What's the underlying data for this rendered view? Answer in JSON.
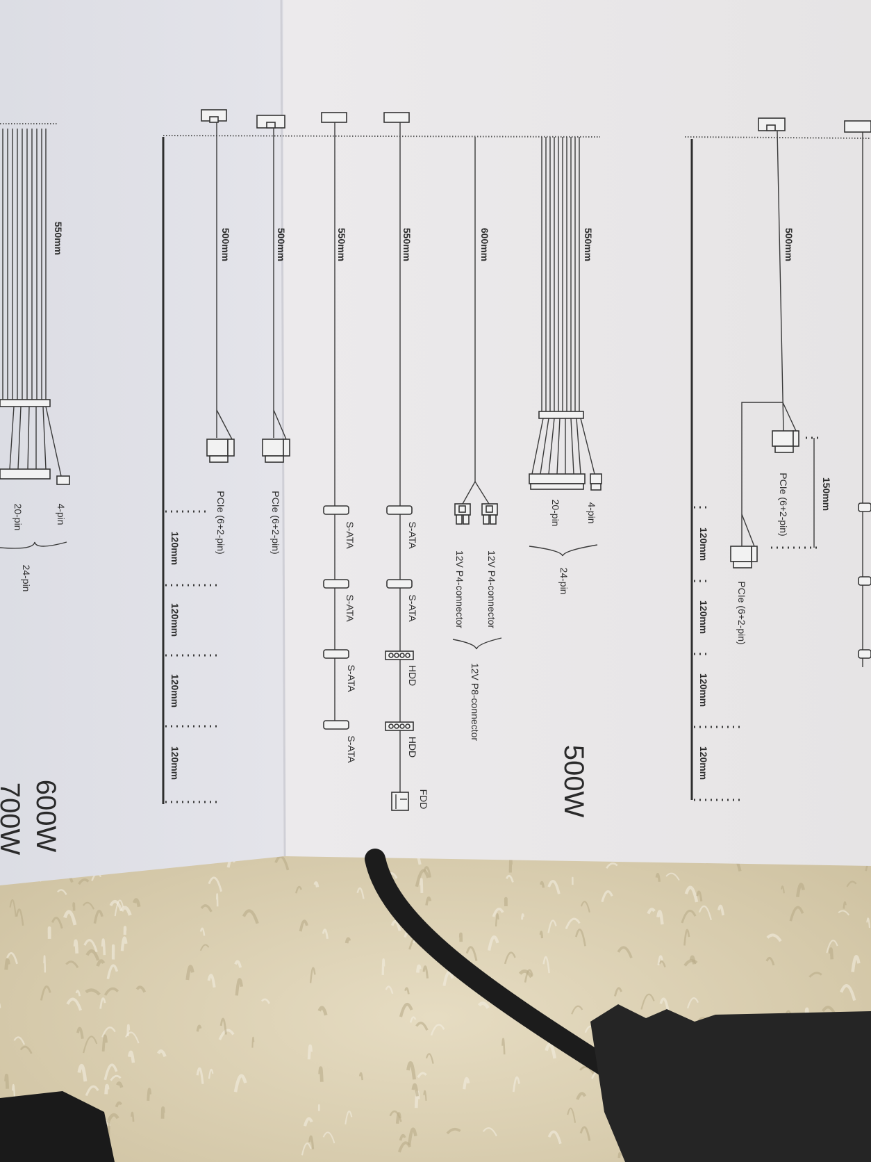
{
  "diagram": {
    "left_group": {
      "bundle_length": "550mm",
      "pin4": "4-pin",
      "pin20": "20-pin",
      "pin24": "24-pin",
      "wattage_600": "600W",
      "wattage_700": "700W"
    },
    "mid_group": {
      "wattage": "500W",
      "atx": {
        "length": "550mm",
        "pin4": "4-pin",
        "pin20": "20-pin",
        "pin24": "24-pin"
      },
      "cpu": {
        "length": "600mm",
        "p4a": "12V P4-connector",
        "p4b": "12V P4-connector",
        "p8": "12V P8-connector"
      },
      "sata_hdd": {
        "length": "550mm",
        "connectors": [
          "S-ATA",
          "S-ATA",
          "HDD",
          "HDD",
          "FDD"
        ]
      },
      "sata": {
        "length": "550mm",
        "connectors": [
          "S-ATA",
          "S-ATA",
          "S-ATA",
          "S-ATA"
        ]
      },
      "pcie_1": {
        "length": "500mm",
        "connector": "PCIe (6+2-pin)"
      },
      "pcie_2": {
        "length": "500mm",
        "connector": "PCIe (6+2-pin)"
      },
      "spacing": [
        "120mm",
        "120mm",
        "120mm",
        "120mm"
      ]
    },
    "right_group": {
      "pcie": {
        "length": "500mm",
        "connector_1": "PCIe (6+2-pin)",
        "connector_2": "PCIe (6+2-pin)",
        "branch_length": "150mm"
      },
      "spacing": [
        "120mm",
        "120mm",
        "120mm",
        "120mm"
      ]
    }
  }
}
